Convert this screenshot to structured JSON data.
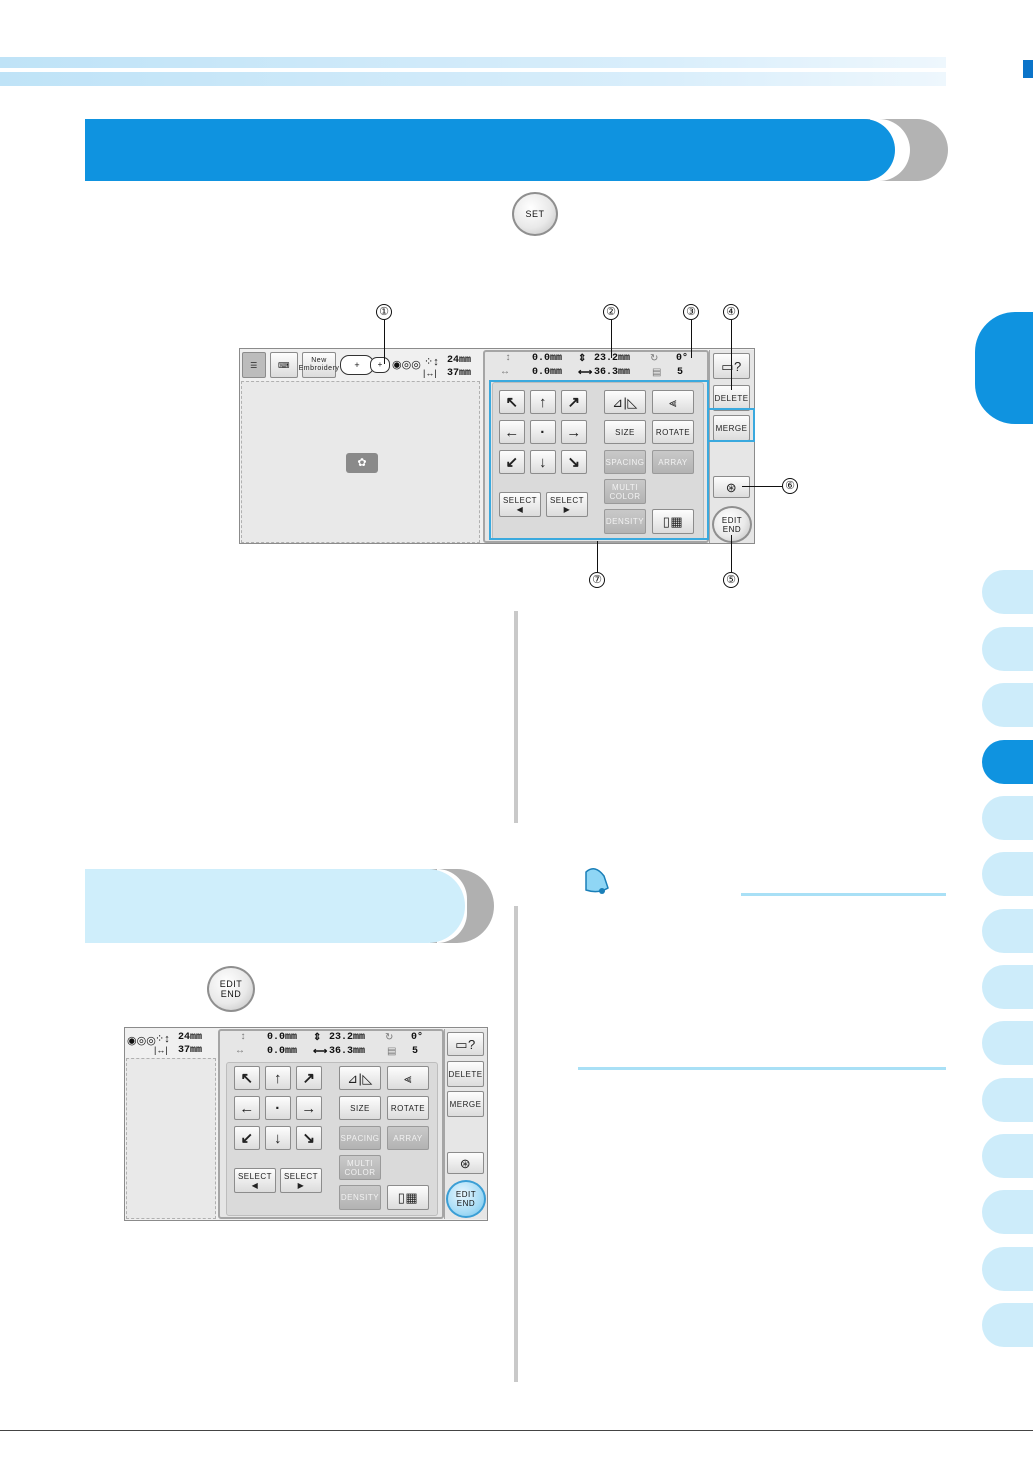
{
  "set_button": {
    "label": "SET"
  },
  "edit_end_button": {
    "line1": "EDIT",
    "line2": "END"
  },
  "callouts": [
    "①",
    "②",
    "③",
    "④",
    "⑤",
    "⑥",
    "⑦"
  ],
  "screen": {
    "top_icons": {
      "new_embroidery": "New Embroidery"
    },
    "size_readout": {
      "height": "24mm",
      "width": "37mm"
    },
    "position": {
      "v": "0.0mm",
      "h": "0.0mm"
    },
    "design_size": {
      "v": "23.2mm",
      "h": "36.3mm"
    },
    "angle": "0°",
    "colors": "5",
    "buttons": {
      "size": "SIZE",
      "rotate": "ROTATE",
      "spacing": "SPACING",
      "array": "ARRAY",
      "multi_color": "MULTI COLOR",
      "density": "DENSITY",
      "select_prev": "SELECT ◀",
      "select_next": "SELECT ▶",
      "delete": "DELETE",
      "merge": "MERGE"
    },
    "arrows": [
      "↖",
      "↑",
      "↗",
      "←",
      "·",
      "→",
      "↙",
      "↓",
      "↘"
    ]
  },
  "colors": {
    "accent": "#0f93e0",
    "light_accent": "#cdecfa",
    "highlight": "#3aa9de"
  },
  "icons": [
    "mirror-icon",
    "flip-icon",
    "layout-icon",
    "embroidery-preview-icon",
    "hoop-icon"
  ]
}
